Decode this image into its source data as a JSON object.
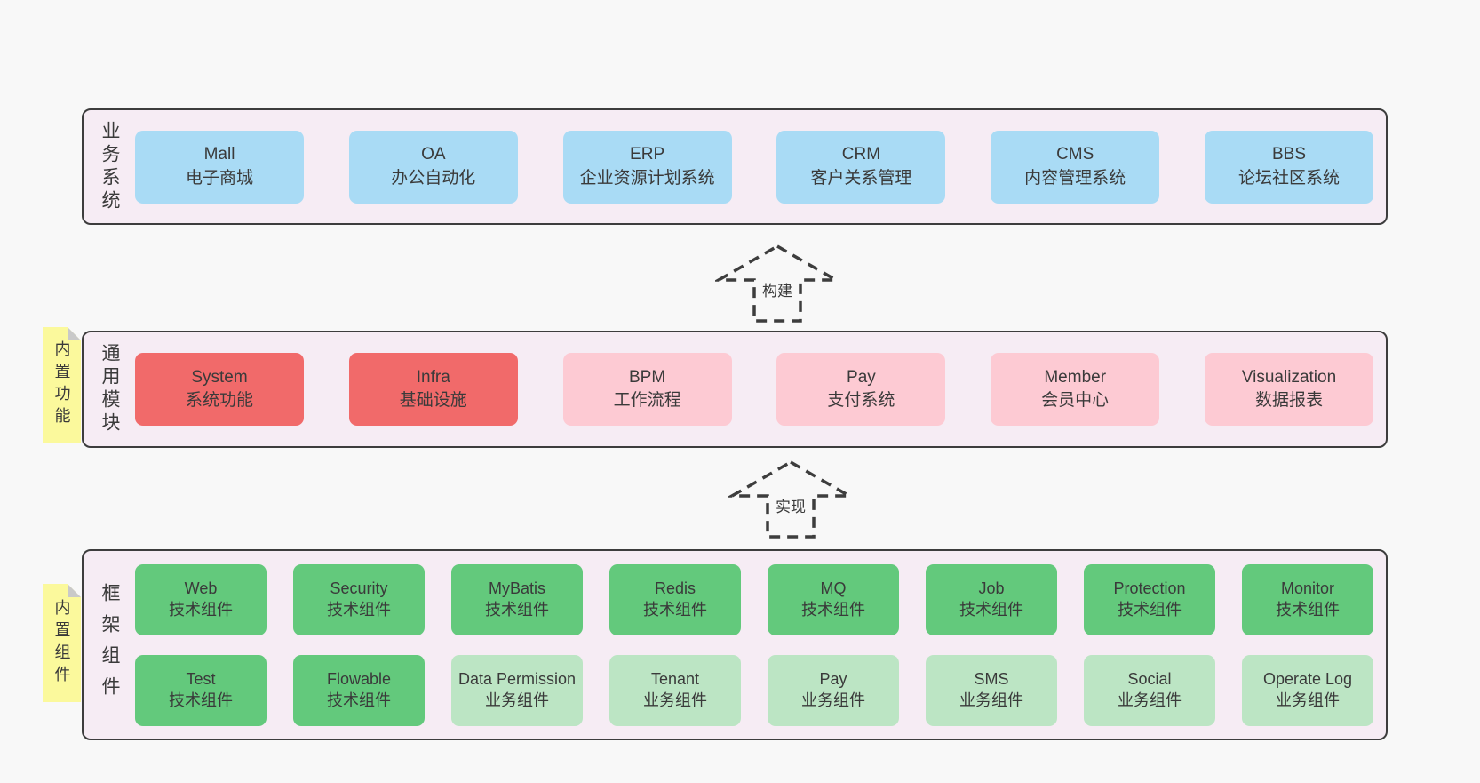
{
  "colors": {
    "page_bg": "#f8f8f8",
    "container_bg": "#f6ecf4",
    "container_border": "#3d3d3d",
    "box_text": "#3a3a3a",
    "blue": "#a9dbf5",
    "red": "#f16a6a",
    "pink": "#fdcad3",
    "green": "#63c97c",
    "light_green": "#bce5c4",
    "yellow": "#fbf99c",
    "fold": "#c9c9c9"
  },
  "layers": [
    {
      "id": "business",
      "label": "业务系统",
      "sticky": null,
      "rows": [
        {
          "boxes": [
            {
              "name": "Mall",
              "desc": "电子商城",
              "color": "blue"
            },
            {
              "name": "OA",
              "desc": "办公自动化",
              "color": "blue"
            },
            {
              "name": "ERP",
              "desc": "企业资源计划系统",
              "color": "blue"
            },
            {
              "name": "CRM",
              "desc": "客户关系管理",
              "color": "blue"
            },
            {
              "name": "CMS",
              "desc": "内容管理系统",
              "color": "blue"
            },
            {
              "name": "BBS",
              "desc": "论坛社区系统",
              "color": "blue"
            }
          ]
        }
      ]
    },
    {
      "id": "modules",
      "label": "通用模块",
      "sticky": "内置功能",
      "rows": [
        {
          "boxes": [
            {
              "name": "System",
              "desc": "系统功能",
              "color": "red"
            },
            {
              "name": "Infra",
              "desc": "基础设施",
              "color": "red"
            },
            {
              "name": "BPM",
              "desc": "工作流程",
              "color": "pink"
            },
            {
              "name": "Pay",
              "desc": "支付系统",
              "color": "pink"
            },
            {
              "name": "Member",
              "desc": "会员中心",
              "color": "pink"
            },
            {
              "name": "Visualization",
              "desc": "数据报表",
              "color": "pink"
            }
          ]
        }
      ]
    },
    {
      "id": "components",
      "label": "框架组件",
      "sticky": "内置组件",
      "rows": [
        {
          "boxes": [
            {
              "name": "Web",
              "desc": "技术组件",
              "color": "green"
            },
            {
              "name": "Security",
              "desc": "技术组件",
              "color": "green"
            },
            {
              "name": "MyBatis",
              "desc": "技术组件",
              "color": "green"
            },
            {
              "name": "Redis",
              "desc": "技术组件",
              "color": "green"
            },
            {
              "name": "MQ",
              "desc": "技术组件",
              "color": "green"
            },
            {
              "name": "Job",
              "desc": "技术组件",
              "color": "green"
            },
            {
              "name": "Protection",
              "desc": "技术组件",
              "color": "green"
            },
            {
              "name": "Monitor",
              "desc": "技术组件",
              "color": "green"
            }
          ]
        },
        {
          "boxes": [
            {
              "name": "Test",
              "desc": "技术组件",
              "color": "green"
            },
            {
              "name": "Flowable",
              "desc": "技术组件",
              "color": "green"
            },
            {
              "name": "Data Permission",
              "desc": "业务组件",
              "color": "light_green"
            },
            {
              "name": "Tenant",
              "desc": "业务组件",
              "color": "light_green"
            },
            {
              "name": "Pay",
              "desc": "业务组件",
              "color": "light_green"
            },
            {
              "name": "SMS",
              "desc": "业务组件",
              "color": "light_green"
            },
            {
              "name": "Social",
              "desc": "业务组件",
              "color": "light_green"
            },
            {
              "name": "Operate Log",
              "desc": "业务组件",
              "color": "light_green"
            }
          ]
        }
      ]
    }
  ],
  "arrows": [
    {
      "label": "构建"
    },
    {
      "label": "实现"
    }
  ]
}
